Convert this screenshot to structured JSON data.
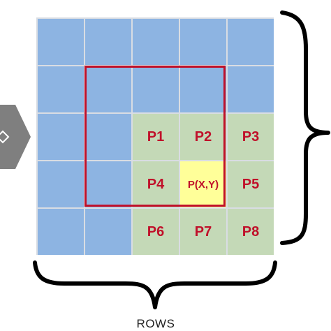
{
  "grid": {
    "rows": 5,
    "cols": 5,
    "neighbors": [
      {
        "name": "P1",
        "row": 1,
        "col": 1
      },
      {
        "name": "P2",
        "row": 1,
        "col": 2
      },
      {
        "name": "P3",
        "row": 1,
        "col": 3
      },
      {
        "name": "P4",
        "row": 2,
        "col": 1
      },
      {
        "name": "P(X,Y)",
        "row": 2,
        "col": 2
      },
      {
        "name": "P5",
        "row": 2,
        "col": 3
      },
      {
        "name": "P6",
        "row": 3,
        "col": 1
      },
      {
        "name": "P7",
        "row": 3,
        "col": 2
      },
      {
        "name": "P8",
        "row": 3,
        "col": 3
      }
    ]
  },
  "colors": {
    "outer_cell": "#8db4e2",
    "neighbor_cell": "#c4d9b7",
    "center_cell": "#ffff99",
    "highlight_border": "#c0102a",
    "label_text": "#c0102a"
  },
  "rows_label": "ROWS"
}
